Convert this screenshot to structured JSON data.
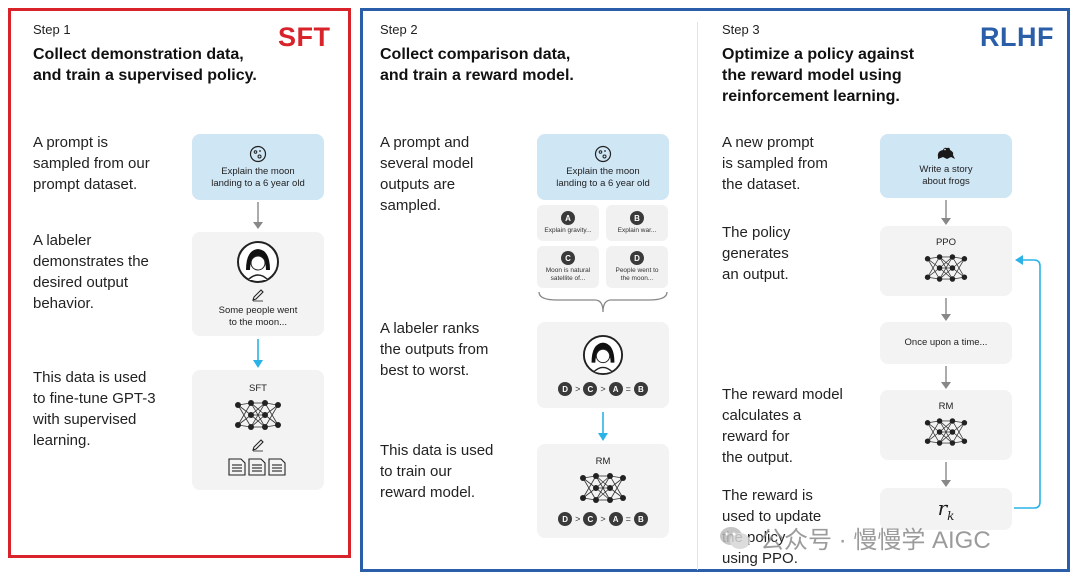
{
  "tags": {
    "sft": "SFT",
    "rlhf": "RLHF"
  },
  "col1": {
    "step": "Step 1",
    "title_line1": "Collect demonstration data,",
    "title_line2": "and train a supervised policy.",
    "desc1": [
      "A prompt is",
      "sampled from our",
      "prompt dataset."
    ],
    "desc2": [
      "A labeler",
      "demonstrates the",
      "desired output",
      "behavior."
    ],
    "desc3": [
      "This data is used",
      "to fine-tune GPT-3",
      "with supervised",
      "learning."
    ],
    "prompt_box": [
      "Explain the moon",
      "landing to a 6 year old"
    ],
    "demo_text": [
      "Some people went",
      "to the moon..."
    ],
    "model_label": "SFT"
  },
  "col2": {
    "step": "Step 2",
    "title_line1": "Collect comparison data,",
    "title_line2": "and train a reward model.",
    "desc1": [
      "A prompt and",
      "several model",
      "outputs are",
      "sampled."
    ],
    "desc2": [
      "A labeler ranks",
      "the outputs from",
      "best to worst."
    ],
    "desc3": [
      "This data is used",
      "to train our",
      "reward model."
    ],
    "prompt_box": [
      "Explain the moon",
      "landing to a 6 year old"
    ],
    "outputs": [
      {
        "letter": "A",
        "text": [
          "Explain gravity..."
        ]
      },
      {
        "letter": "B",
        "text": [
          "Explain war..."
        ]
      },
      {
        "letter": "C",
        "text": [
          "Moon is natural",
          "satellite of..."
        ]
      },
      {
        "letter": "D",
        "text": [
          "People went to",
          "the moon..."
        ]
      }
    ],
    "ranking": [
      "D",
      ">",
      "C",
      ">",
      "A",
      "=",
      "B"
    ],
    "model_label": "RM"
  },
  "col3": {
    "step": "Step 3",
    "title_lines": [
      "Optimize a policy against",
      "the reward model using",
      "reinforcement learning."
    ],
    "desc1": [
      "A new prompt",
      "is sampled from",
      "the dataset."
    ],
    "desc2": [
      "The policy",
      "generates",
      "an output."
    ],
    "desc3": [
      "The reward model",
      "calculates a",
      "reward for",
      "the output."
    ],
    "desc4": [
      "The reward is",
      "used to update",
      "the policy",
      "using PPO."
    ],
    "prompt_box": [
      "Write a story",
      "about frogs"
    ],
    "ppo_label": "PPO",
    "output_text": "Once upon a time...",
    "rm_label": "RM",
    "reward_symbol": "r",
    "reward_sub": "k"
  },
  "watermark": {
    "text": "公众号 · 慢慢学 AIGC"
  },
  "colors": {
    "red": "#d8232a",
    "blue": "#2a5ea8",
    "cyan_arrow": "#2bb3e8",
    "box_blue": "#cfe6f5",
    "box_gray": "#f3f3f3"
  }
}
